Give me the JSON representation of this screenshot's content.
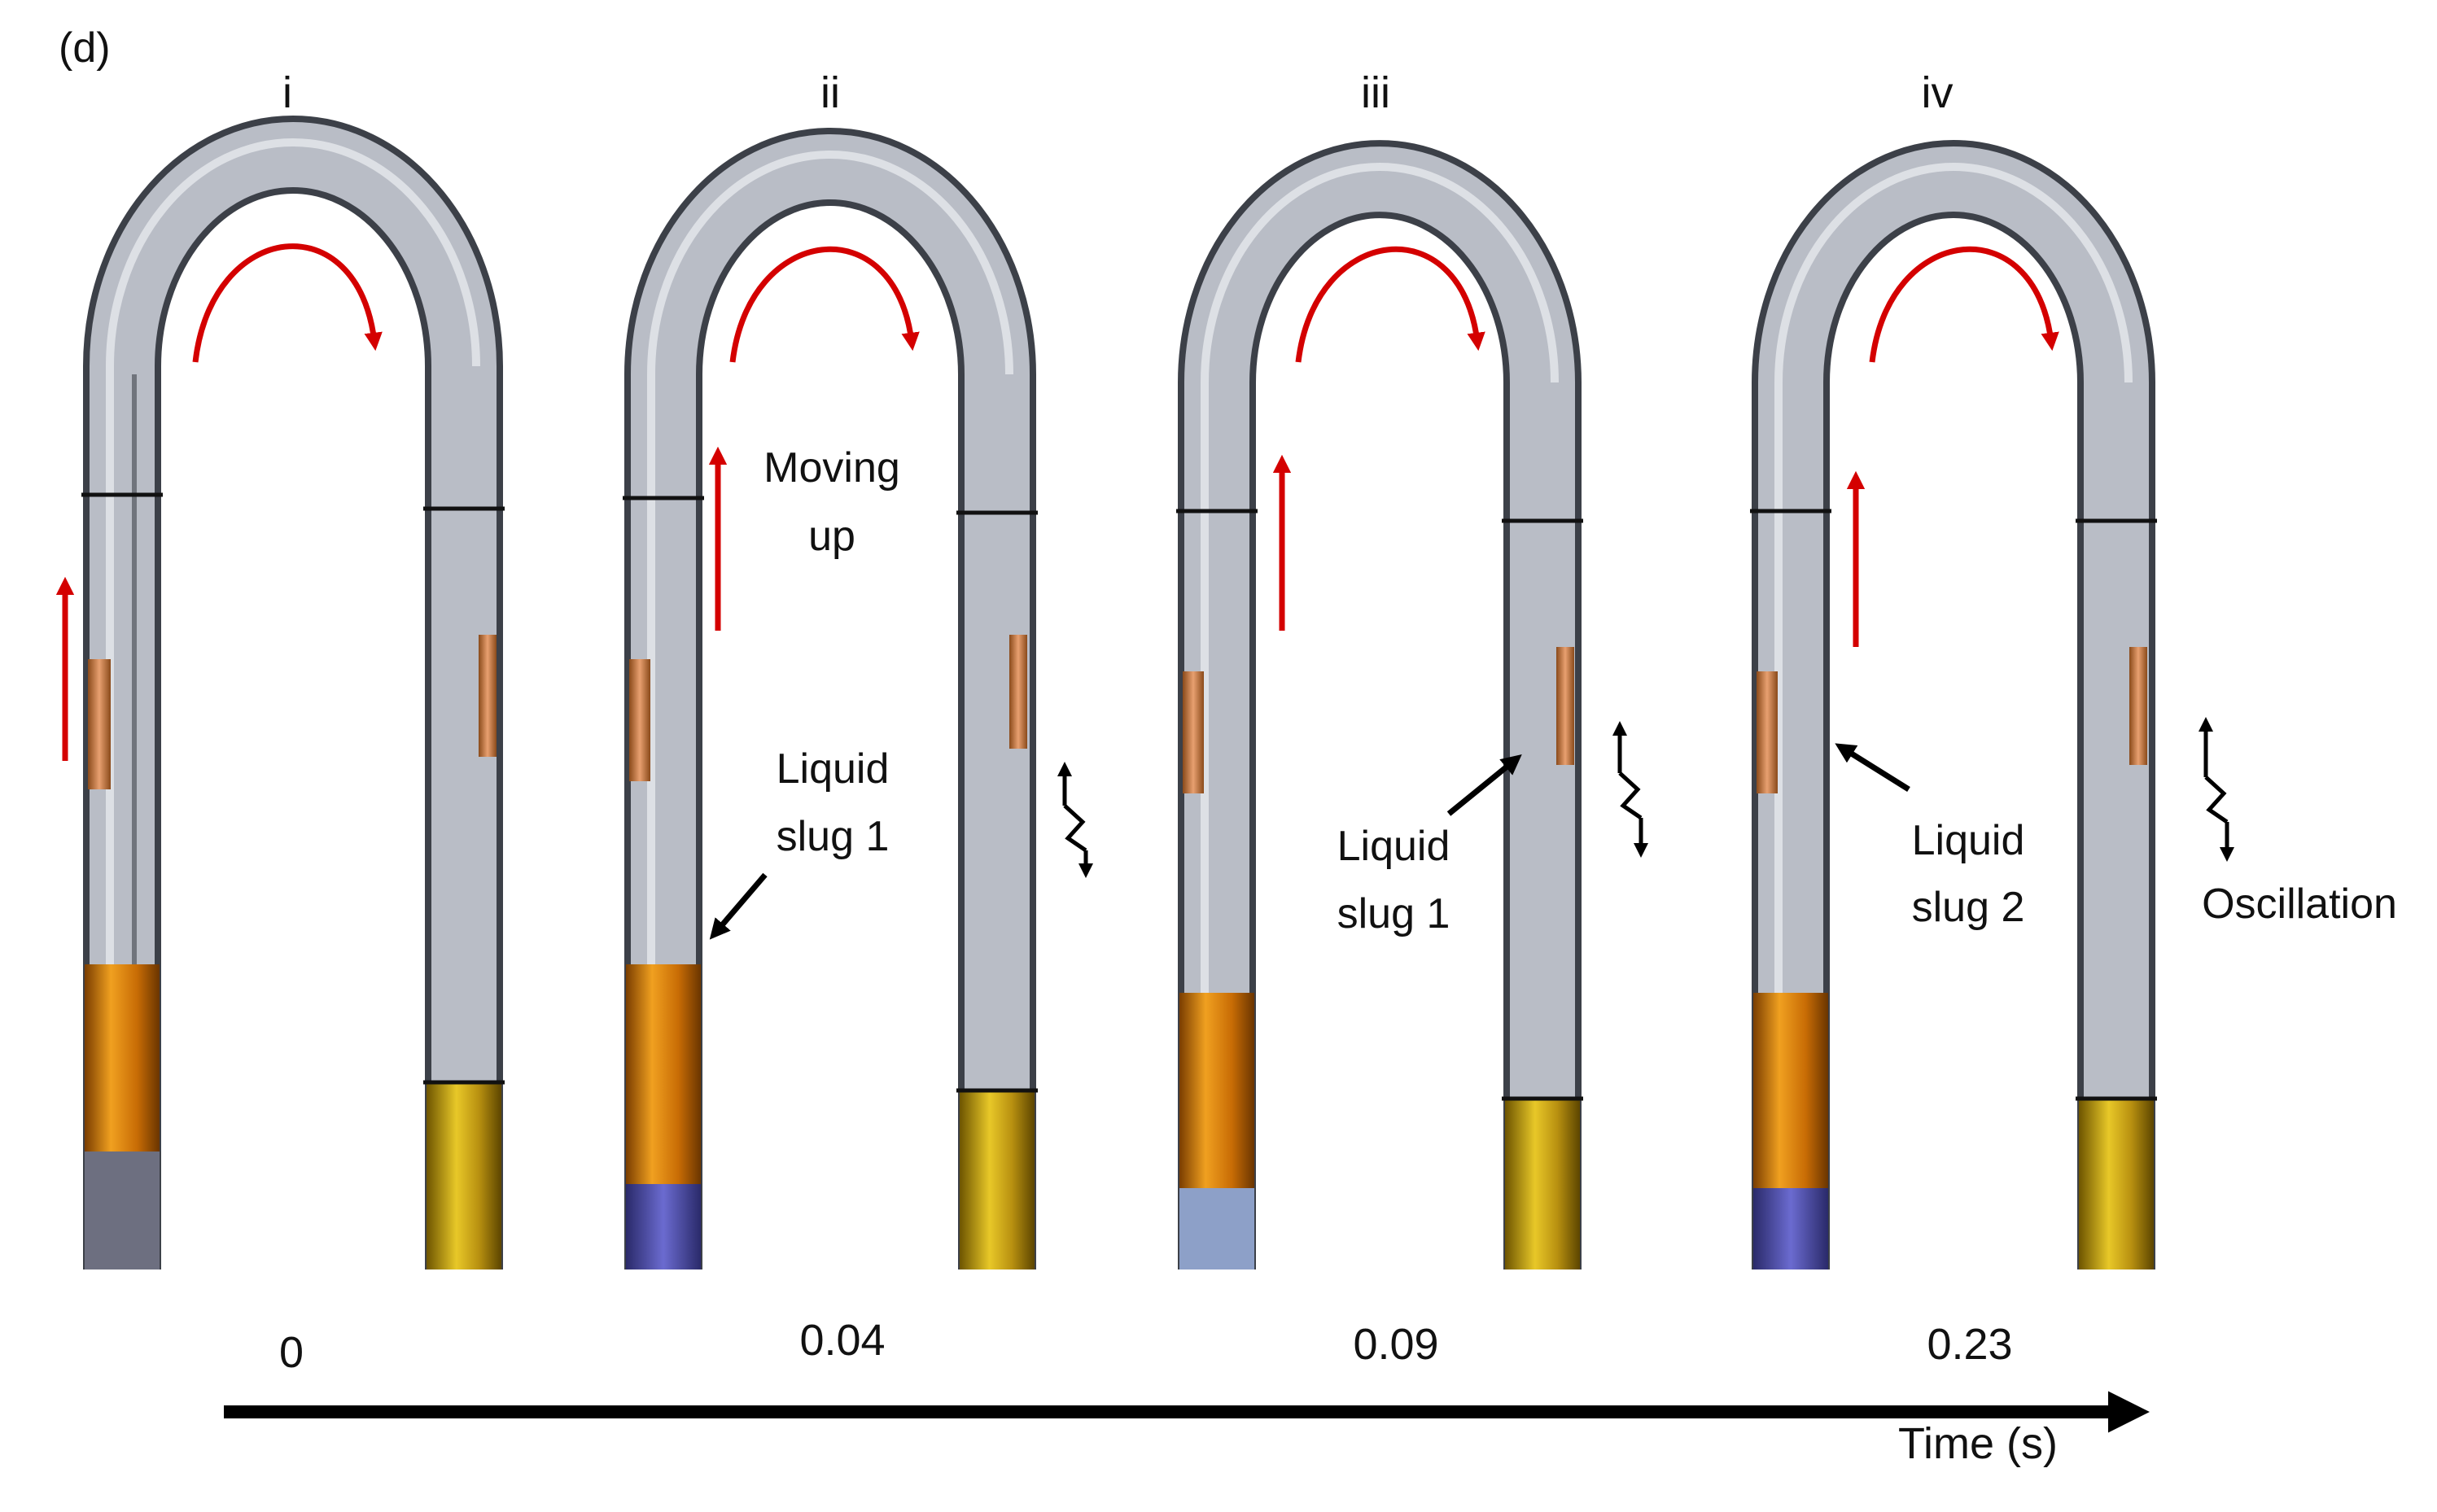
{
  "figure": {
    "panel_label": "(d)",
    "frames": [
      {
        "roman": "i",
        "time": "0",
        "annotations": []
      },
      {
        "roman": "ii",
        "time": "0.04",
        "annotations": [
          {
            "name": "moving-up-label",
            "lines": [
              "Moving",
              "up"
            ]
          },
          {
            "name": "liquid-slug-1-label",
            "lines": [
              "Liquid",
              "slug 1"
            ]
          }
        ]
      },
      {
        "roman": "iii",
        "time": "0.09",
        "annotations": [
          {
            "name": "liquid-slug-1-label",
            "lines": [
              "Liquid",
              "slug 1"
            ]
          }
        ]
      },
      {
        "roman": "iv",
        "time": "0.23",
        "annotations": [
          {
            "name": "liquid-slug-2-label",
            "lines": [
              "Liquid",
              "slug 2"
            ]
          },
          {
            "name": "oscillation-label",
            "lines": [
              "Oscillation"
            ]
          }
        ]
      }
    ],
    "time_axis_label": "Time (s)",
    "colors": {
      "flow_arrow": "#d40000",
      "annotation_arrow": "#000000",
      "tube_glass": "#b8bcc4",
      "tube_edge": "#55585f",
      "heater_tape": "#e08a10",
      "condenser_tape": "#e0b818",
      "blue_band": "#4a4aa8"
    }
  }
}
